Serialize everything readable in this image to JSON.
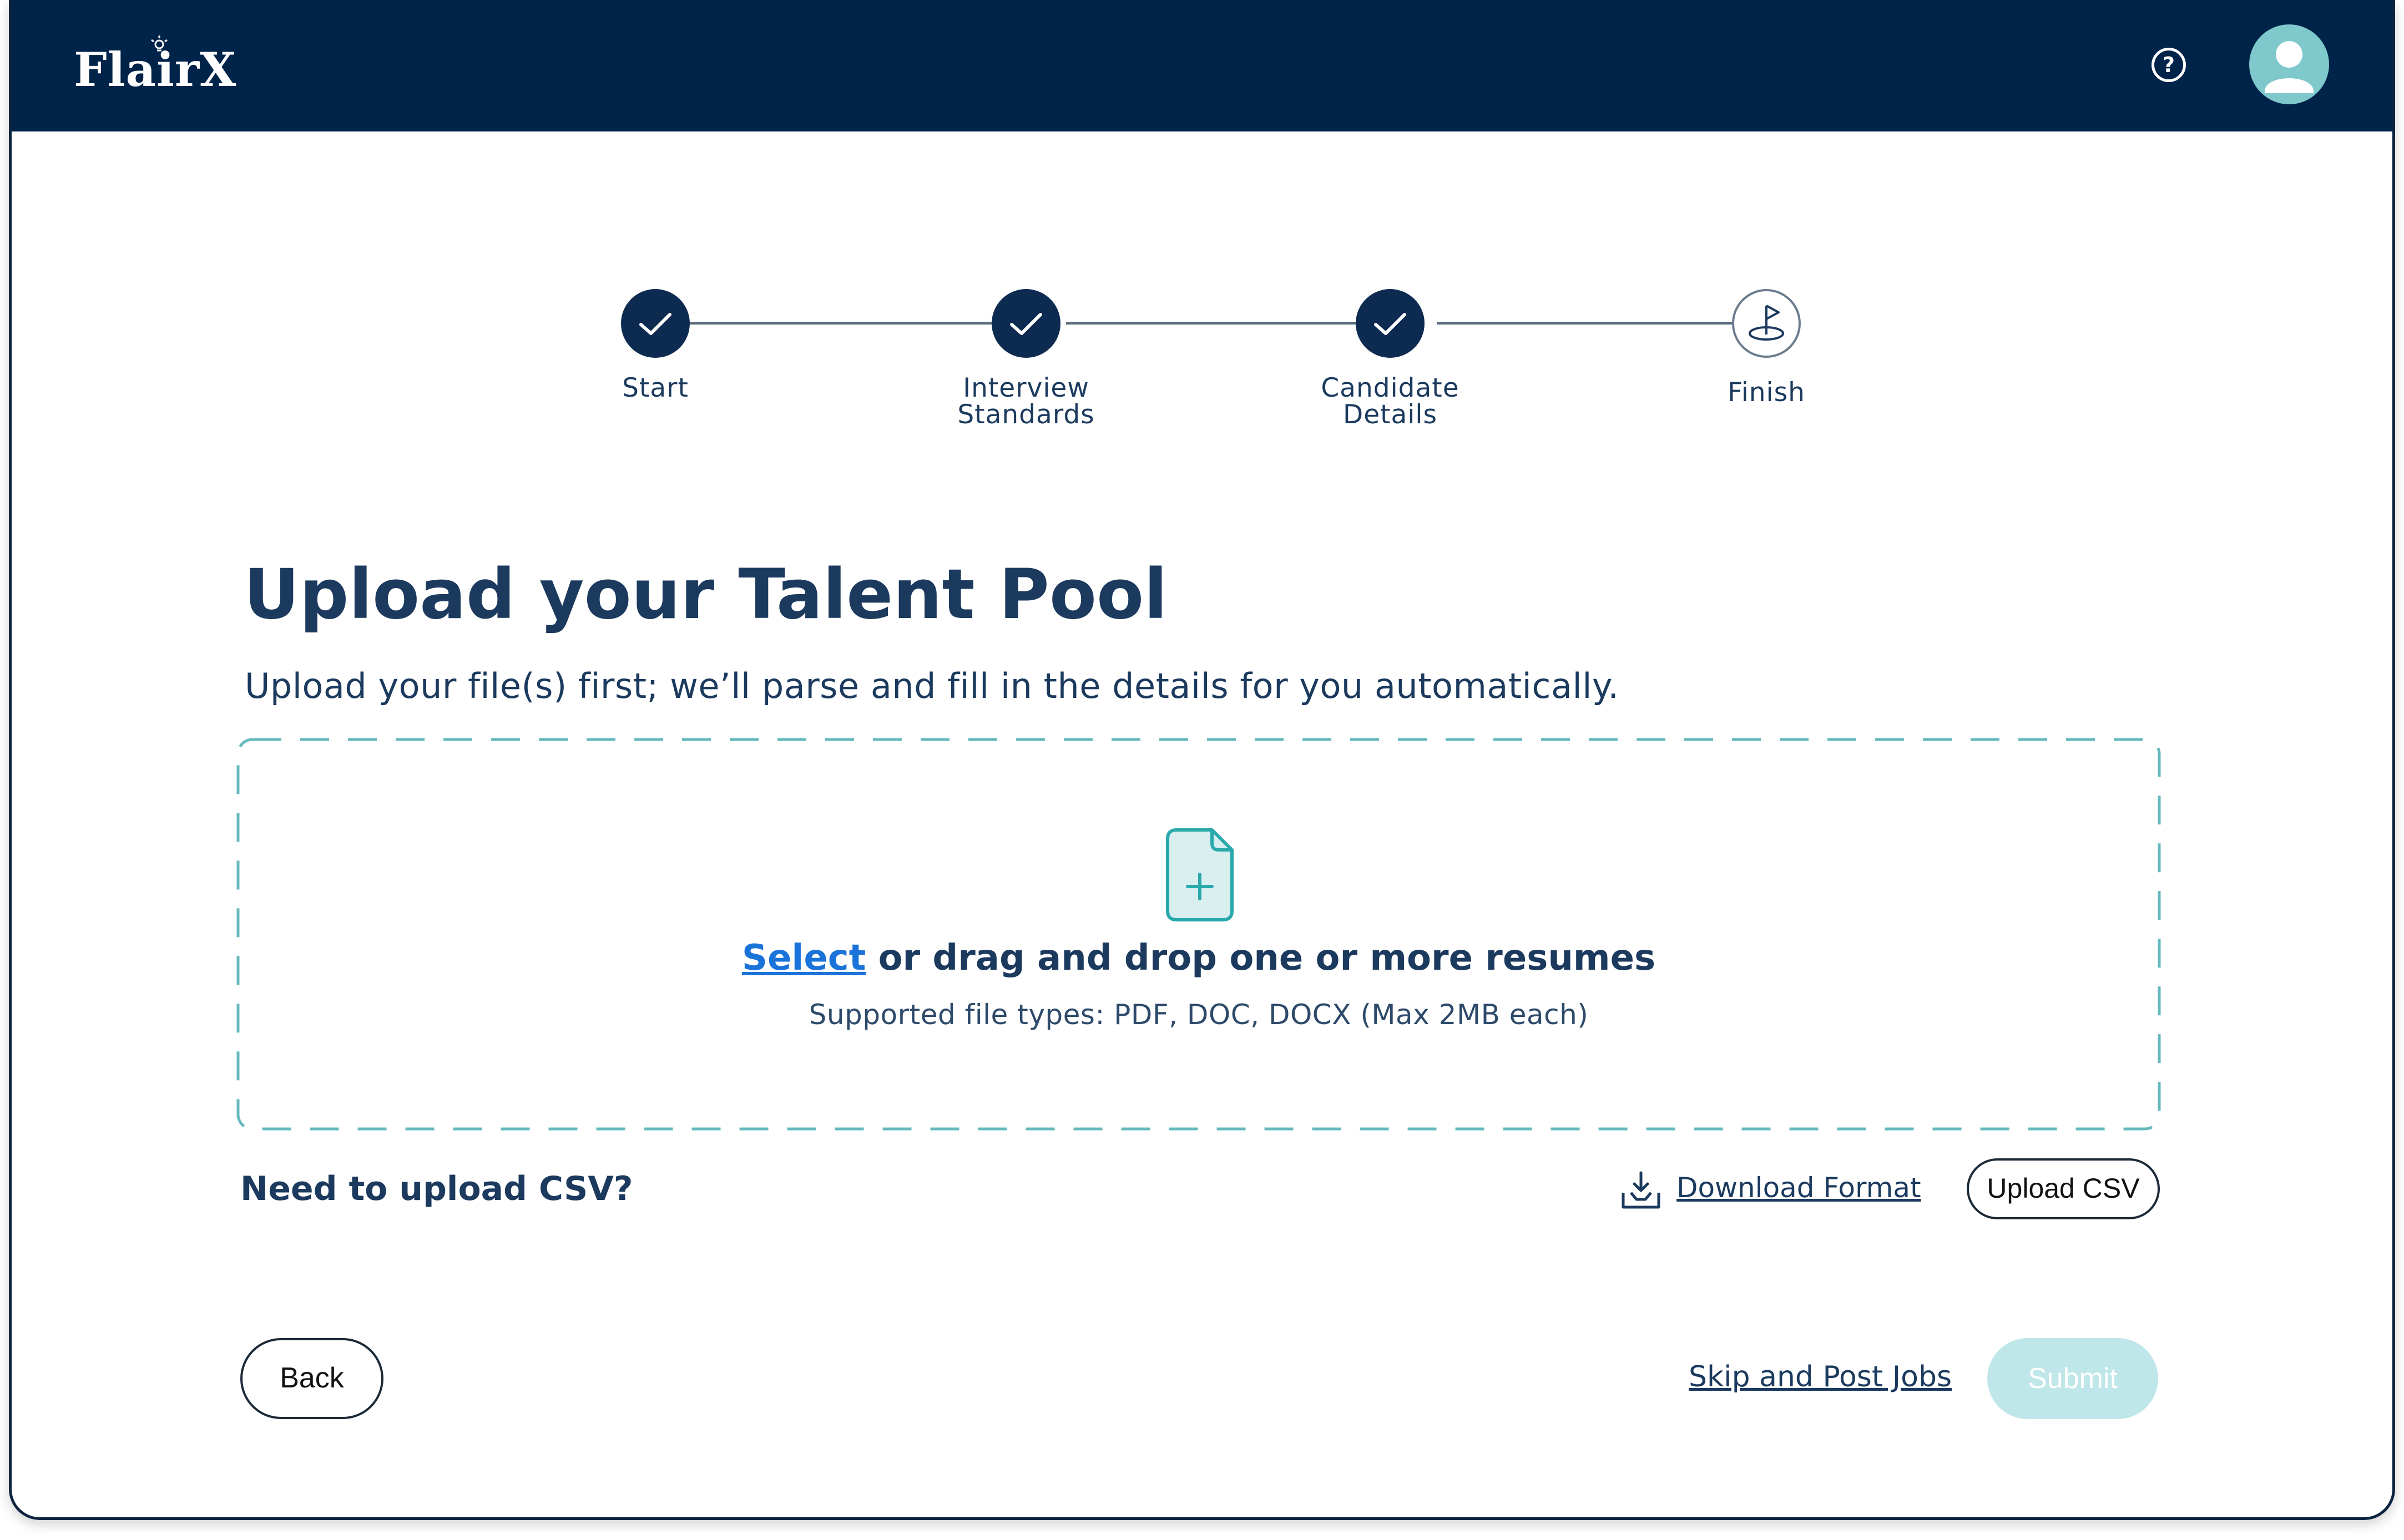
{
  "header": {
    "brand": "FlairX",
    "help_icon": "question-circle-icon",
    "avatar_icon": "user-avatar-icon"
  },
  "stepper": {
    "steps": [
      {
        "label": "Start",
        "status": "done"
      },
      {
        "label": "Interview\nStandards",
        "status": "done"
      },
      {
        "label": "Candidate\nDetails",
        "status": "done"
      },
      {
        "label": "Finish",
        "status": "pending"
      }
    ]
  },
  "main": {
    "title": "Upload your Talent Pool",
    "subtitle": "Upload your file(s) first; we’ll parse and fill in the details for you automatically."
  },
  "dropzone": {
    "select_label": "Select",
    "drop_text": " or drag and drop one or more resumes",
    "hint": "Supported file types: PDF, DOC, DOCX (Max 2MB each)",
    "icon": "file-add-icon"
  },
  "csv": {
    "question": "Need to upload CSV?",
    "download_label": "Download Format",
    "upload_label": "Upload CSV"
  },
  "footer": {
    "back_label": "Back",
    "skip_label": "Skip and Post Jobs",
    "submit_label": "Submit"
  },
  "colors": {
    "header_bg": "#002349",
    "primary_text": "#1b3a5e",
    "accent_teal": "#2aa9ab",
    "link_blue": "#1a73d9",
    "submit_disabled": "#bfe6e8"
  }
}
